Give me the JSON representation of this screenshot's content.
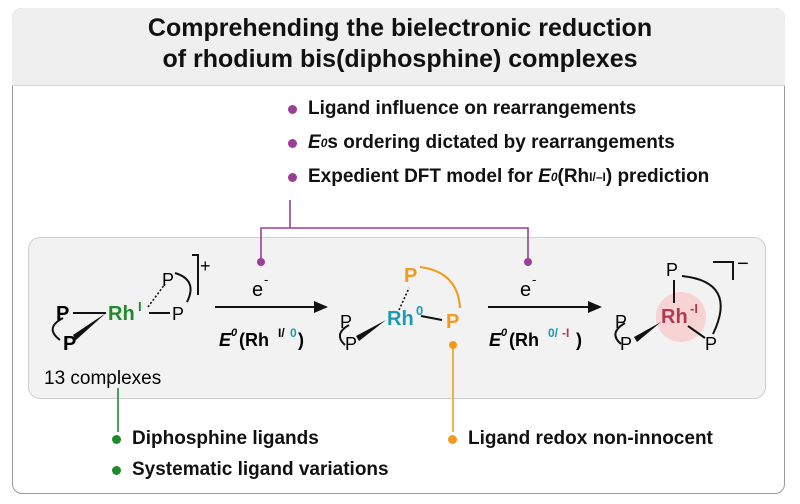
{
  "title": {
    "line1": "Comprehending the bielectronic reduction",
    "line2": "of rhodium bis(diphosphine) complexes"
  },
  "top_bullets": [
    {
      "text": "Ligand influence on rearrangements",
      "color": "#9b3f96"
    },
    {
      "italic_prefix": "E",
      "sup": "0",
      "text": "s ordering dictated by rearrangements",
      "color": "#9b3f96"
    },
    {
      "text": "Expedient DFT model for ",
      "italic_e": "E",
      "sup": "0",
      "tail": "(Rh",
      "sup2": "I/–I",
      "end": ") prediction",
      "color": "#9b3f96"
    }
  ],
  "bottom_left_bullets": [
    {
      "text": "Diphosphine ligands",
      "color": "#1f8a2a"
    },
    {
      "text": "Systematic ligand variations",
      "color": "#1f8a2a"
    }
  ],
  "bottom_right_bullets": [
    {
      "text": "Ligand redox non-innocent",
      "color": "#f39a1c"
    }
  ],
  "scheme": {
    "complex1": {
      "metal": "Rh",
      "ox": "I",
      "charge": "+",
      "metal_color": "#1f8a2a",
      "caption": "13 complexes"
    },
    "complex2": {
      "metal": "Rh",
      "ox": "0",
      "metal_color": "#1a9bb0",
      "p_color": "#f39a1c"
    },
    "complex3": {
      "metal": "Rh",
      "ox": "-I",
      "charge": "−",
      "metal_color": "#b03a55",
      "halo_color": "#f7d3d3"
    },
    "P": "P",
    "arrow1": {
      "reagent": "e",
      "reagent_sup": "-",
      "label_e": "E",
      "label_sup": "0",
      "label_open": "(Rh",
      "ox_a": "I/",
      "ox_b": "0",
      "close": ")"
    },
    "arrow2": {
      "reagent": "e",
      "reagent_sup": "-",
      "label_e": "E",
      "label_sup": "0",
      "label_open": "(Rh",
      "ox_a": "0/",
      "ox_b": "-I",
      "close": ")"
    }
  },
  "colors": {
    "purple": "#9b3f96",
    "green": "#1f8a2a",
    "teal": "#1a9bb0",
    "orange": "#f39a1c",
    "crimson": "#b03a55"
  }
}
